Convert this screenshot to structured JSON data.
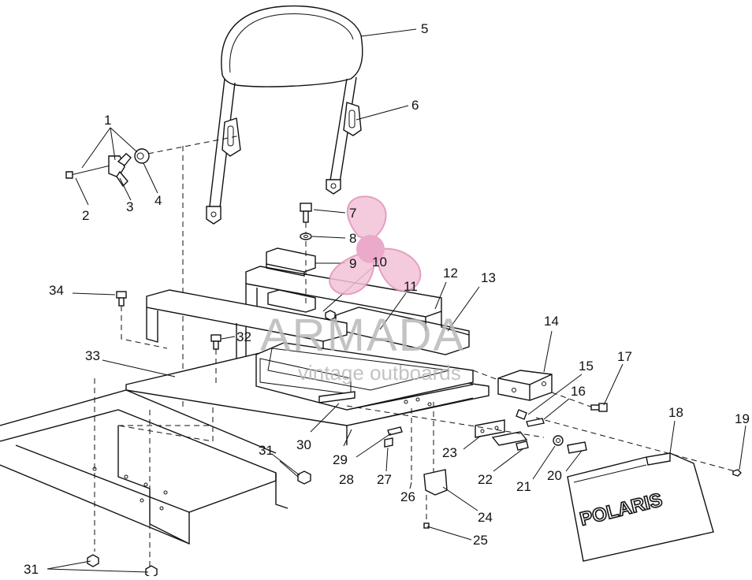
{
  "watermark": {
    "brand": "ARMADA",
    "tagline": "vintage outboards",
    "accent_color": "#e8a7c4",
    "text_color": "#b9b9b9",
    "icon": "propeller-logo-icon"
  },
  "flap": {
    "logo_text": "POLARIS"
  },
  "callouts": [
    "1",
    "2",
    "3",
    "4",
    "5",
    "6",
    "7",
    "8",
    "9",
    "10",
    "11",
    "12",
    "13",
    "14",
    "15",
    "16",
    "17",
    "18",
    "19",
    "20",
    "21",
    "22",
    "23",
    "24",
    "25",
    "26",
    "27",
    "28",
    "29",
    "30",
    "31",
    "32",
    "33",
    "34",
    "31"
  ]
}
